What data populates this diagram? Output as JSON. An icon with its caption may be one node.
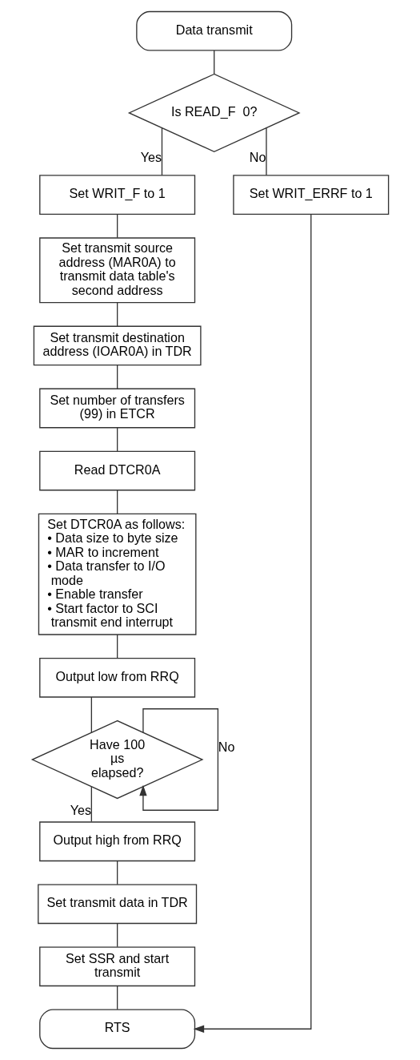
{
  "diagram": {
    "nodes": [
      {
        "text": [
          "Data transmit"
        ]
      },
      {
        "text": [
          "Is READ_F  0?"
        ]
      },
      {
        "text": [
          "Set WRIT_F to 1"
        ]
      },
      {
        "text": [
          "Set WRIT_ERRF to 1"
        ]
      },
      {
        "text": [
          "Set transmit source address (MAR0A) to transmit data table's second address"
        ]
      },
      {
        "text": [
          "Set transmit destination address (IOAR0A) in TDR"
        ]
      },
      {
        "text": [
          "Set number of transfers (99) in ETCR"
        ]
      },
      {
        "text": [
          "Read DTCR0A"
        ]
      },
      {
        "text": [
          "Set DTCR0A as follows:",
          "• Data size to byte size",
          "• MAR to increment",
          "• Data transfer to I/O mode",
          "• Enable transfer",
          "• Start factor to SCI transmit end interrupt"
        ]
      },
      {
        "text": [
          "Output low from RRQ"
        ]
      },
      {
        "text": [
          "Have 100 µs elapsed?"
        ]
      },
      {
        "text": [
          "Output high from RRQ"
        ]
      },
      {
        "text": [
          "Set transmit data in TDR"
        ]
      },
      {
        "text": [
          "Set SSR and start transmit"
        ]
      },
      {
        "text": [
          "RTS"
        ]
      }
    ],
    "edges": [
      {
        "from": 0,
        "to": 1,
        "arrow": "none"
      },
      {
        "from": 1,
        "to": 2,
        "arrow": "none",
        "label": "Yes"
      },
      {
        "from": 1,
        "to": 3,
        "arrow": "none",
        "label": "No"
      },
      {
        "from": 2,
        "to": 4,
        "arrow": "none"
      },
      {
        "from": 4,
        "to": 5,
        "arrow": "none"
      },
      {
        "from": 5,
        "to": 6,
        "arrow": "none"
      },
      {
        "from": 6,
        "to": 7,
        "arrow": "none"
      },
      {
        "from": 7,
        "to": 8,
        "arrow": "none"
      },
      {
        "from": 8,
        "to": 9,
        "arrow": "none"
      },
      {
        "from": 9,
        "to": 10,
        "arrow": "none"
      },
      {
        "from": 10,
        "to": 10,
        "arrow": "to",
        "label": "No"
      },
      {
        "from": 10,
        "to": 11,
        "arrow": "none",
        "label": "Yes"
      },
      {
        "from": 11,
        "to": 12,
        "arrow": "none"
      },
      {
        "from": 12,
        "to": 13,
        "arrow": "none"
      },
      {
        "from": 13,
        "to": 14,
        "arrow": "none"
      },
      {
        "from": 3,
        "to": 14,
        "arrow": "to"
      }
    ]
  }
}
